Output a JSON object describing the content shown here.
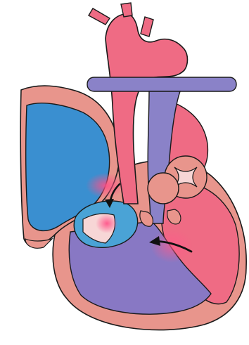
{
  "diagram": {
    "type": "heart-anatomy",
    "colors": {
      "outline": "#1a1a1a",
      "muscle": "#e8958c",
      "muscle_light": "#f0a59c",
      "oxygenated": "#ef6b84",
      "deoxygenated": "#8878c4",
      "right_atrium": "#3a8fd0",
      "pulmonary_trunk": "#8a82c8",
      "valve_fill": "#f7d6d6",
      "blur_pink": "#ff5a8a",
      "arrow": "#111111"
    },
    "icons": [
      "heart-illustration",
      "flow-arrow",
      "valve"
    ]
  }
}
